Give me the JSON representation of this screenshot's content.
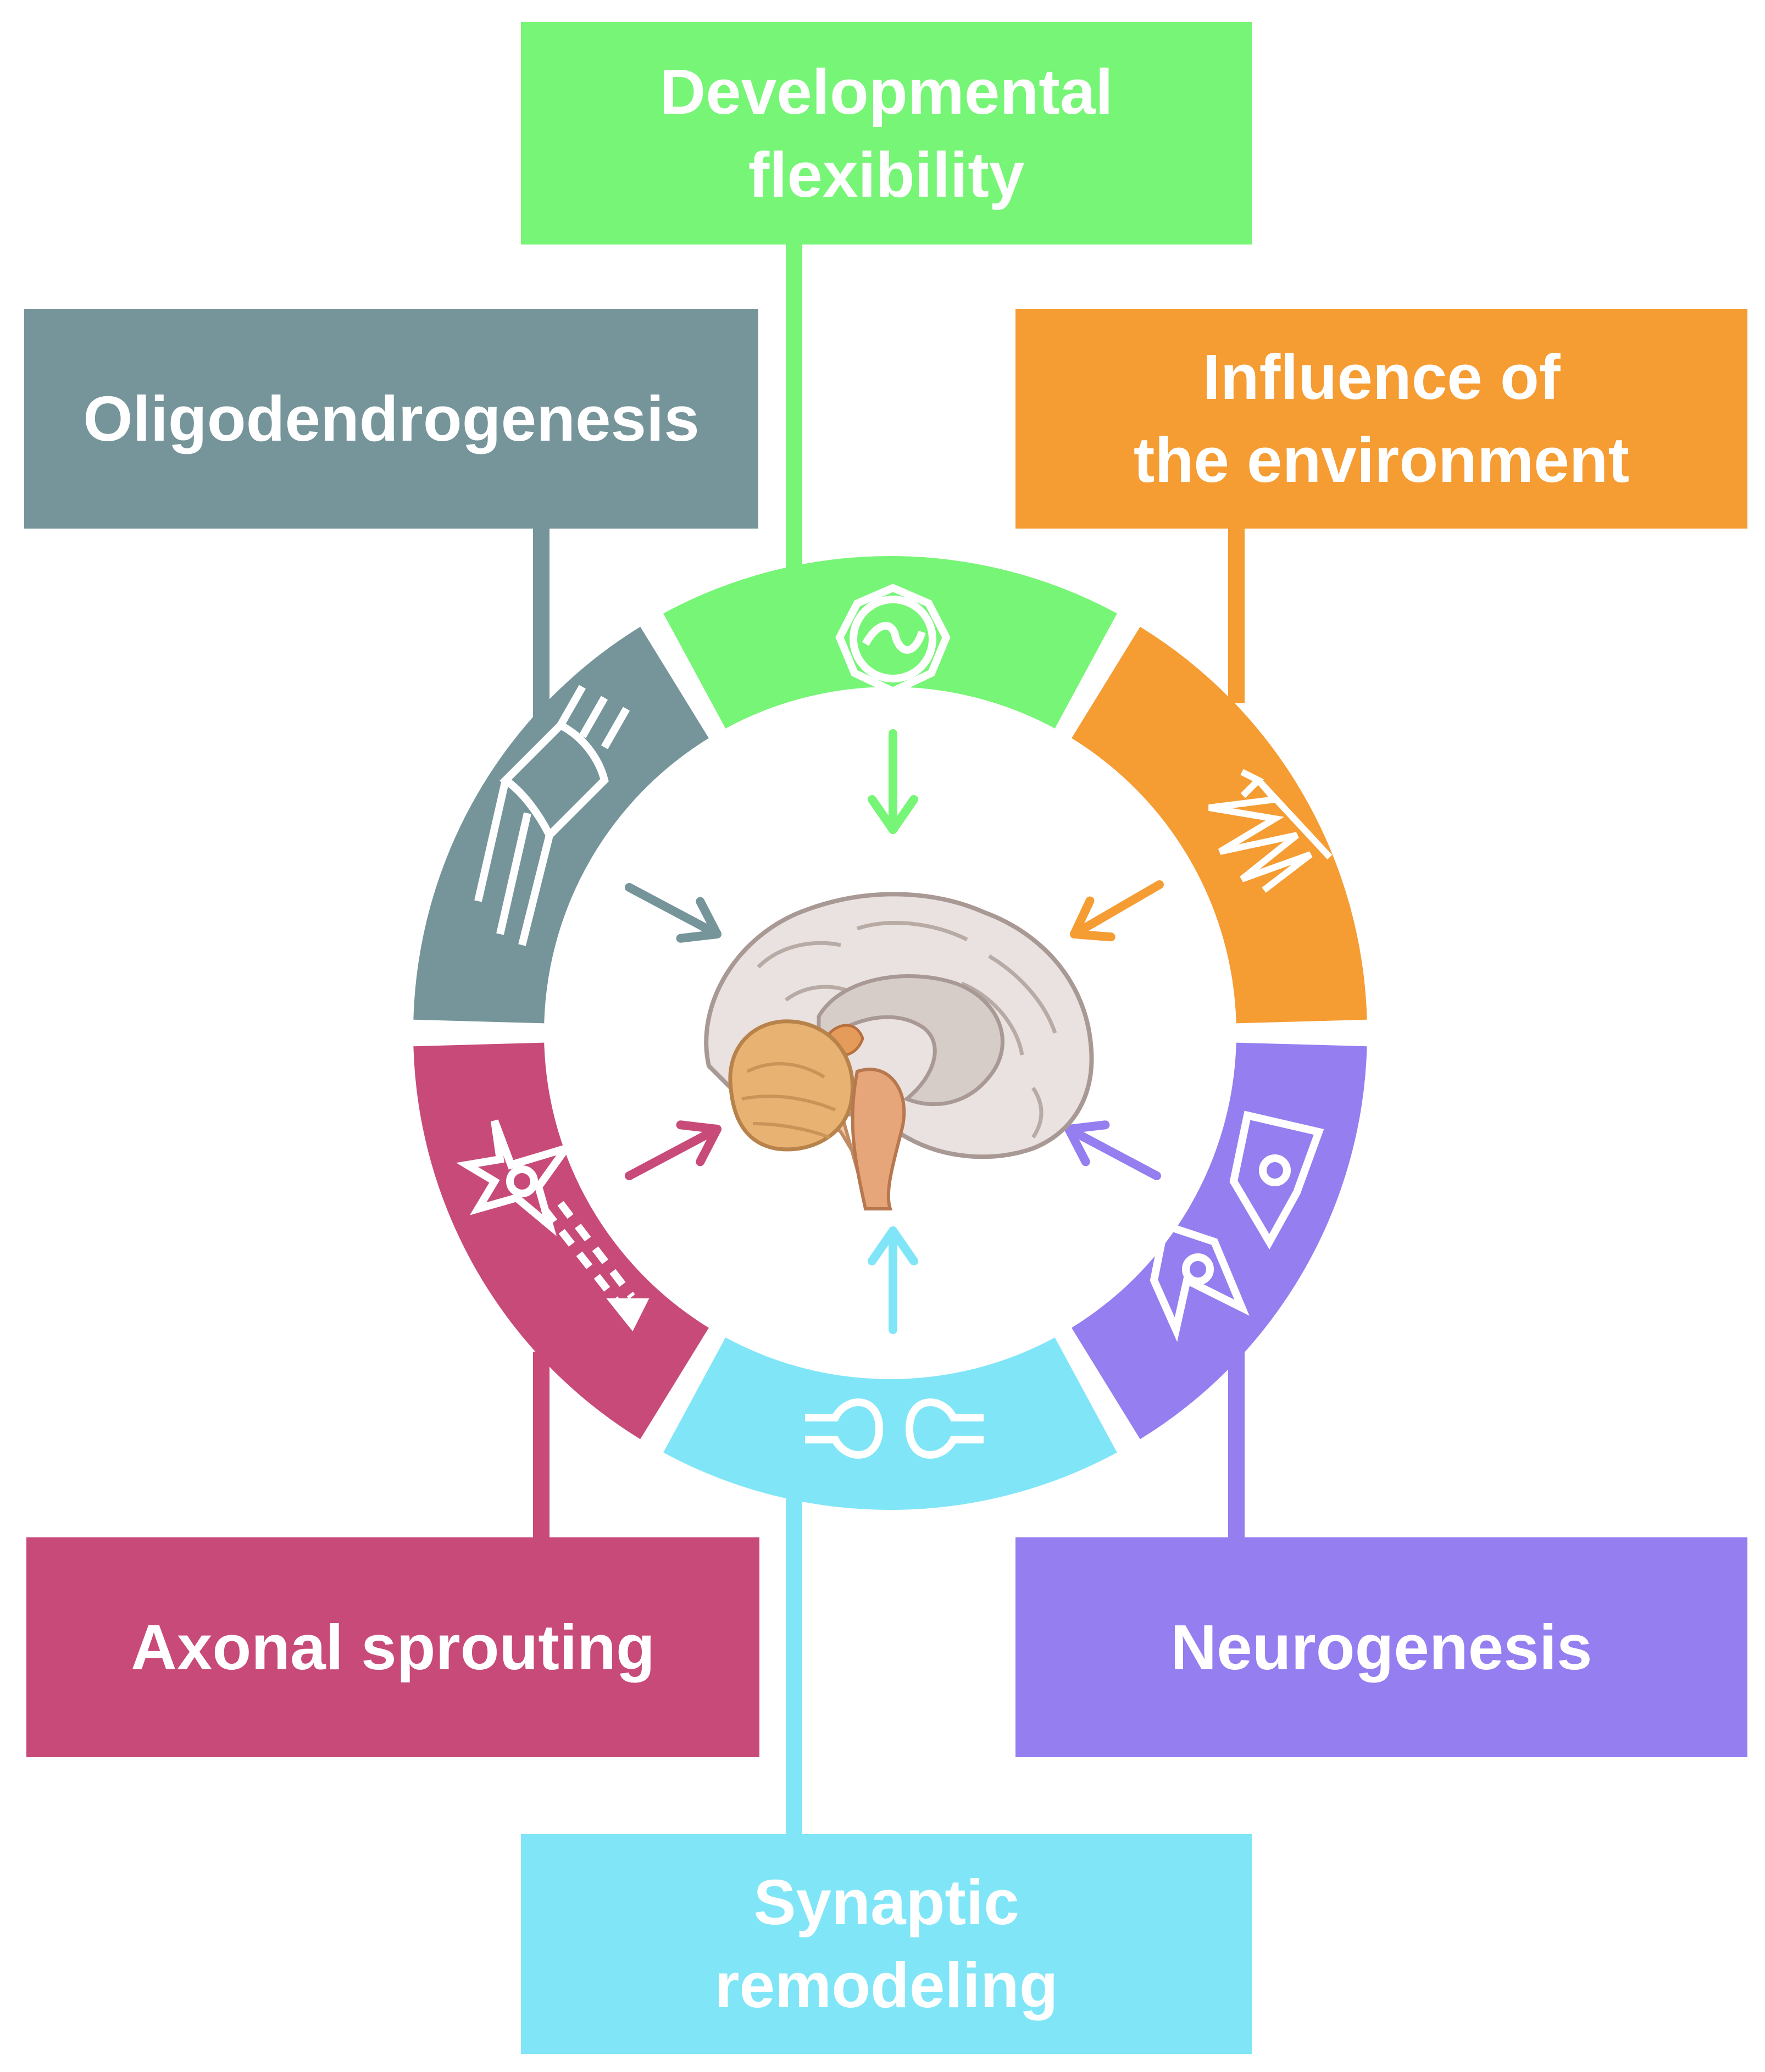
{
  "diagram": {
    "center_icon": "brain-icon",
    "boxes": [
      {
        "key": "developmental",
        "label": "Developmental\nflexibility",
        "color": "#77f576",
        "icon": "wave-circle-icon"
      },
      {
        "key": "environment",
        "label": "Influence of\nthe environment",
        "color": "#f59c33",
        "icon": "zigzag-arrow-icon"
      },
      {
        "key": "neurogenesis",
        "label": "Neurogenesis",
        "color": "#957ef0",
        "icon": "neurons-icon"
      },
      {
        "key": "synaptic",
        "label": "Synaptic\nremodeling",
        "color": "#80e6f7",
        "icon": "synapse-icon"
      },
      {
        "key": "axonal",
        "label": "Axonal sprouting",
        "color": "#c84a79",
        "icon": "sprouting-neuron-icon"
      },
      {
        "key": "oligo",
        "label": "Oligodendrogenesis",
        "color": "#76959b",
        "icon": "myelin-sheath-icon"
      }
    ]
  }
}
